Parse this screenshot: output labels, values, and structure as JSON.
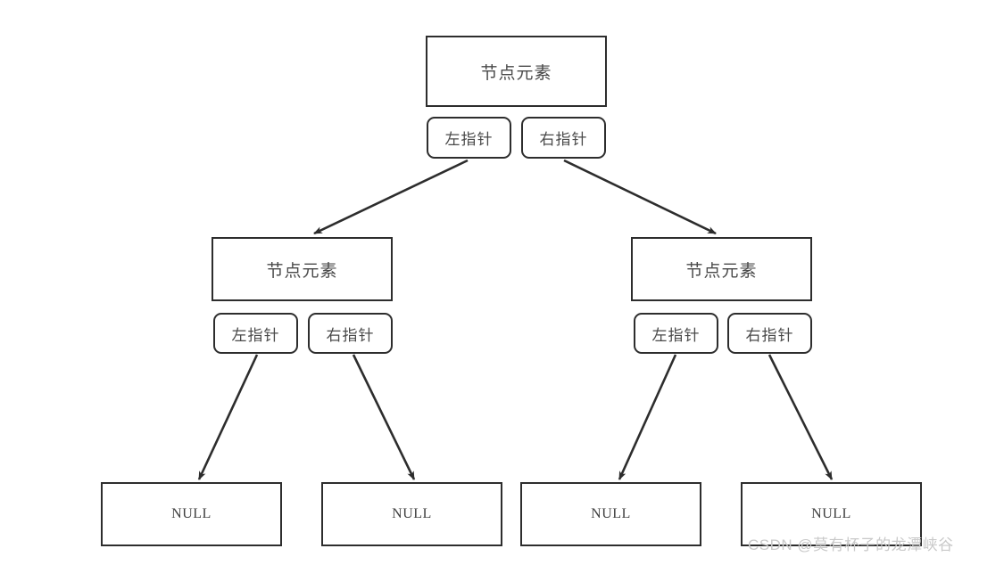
{
  "diagram": {
    "title": "binary-tree-node-structure",
    "colors": {
      "border": "#2d2d2d",
      "text": "#4a4a4a",
      "background": "#ffffff",
      "arrow": "#2d2d2d",
      "watermark": "#c9c9c9"
    },
    "labels": {
      "node_element": "节点元素",
      "left_pointer": "左指针",
      "right_pointer": "右指针",
      "null": "NULL"
    },
    "nodes": {
      "root": {
        "element_label": "节点元素",
        "left_pointer_label": "左指针",
        "right_pointer_label": "右指针"
      },
      "left_child": {
        "element_label": "节点元素",
        "left_pointer_label": "左指针",
        "right_pointer_label": "右指针"
      },
      "right_child": {
        "element_label": "节点元素",
        "left_pointer_label": "左指针",
        "right_pointer_label": "右指针"
      }
    },
    "leaves": [
      {
        "label": "NULL"
      },
      {
        "label": "NULL"
      },
      {
        "label": "NULL"
      },
      {
        "label": "NULL"
      }
    ]
  },
  "watermark": {
    "text": "CSDN @莫有杯子的龙潭峡谷"
  }
}
